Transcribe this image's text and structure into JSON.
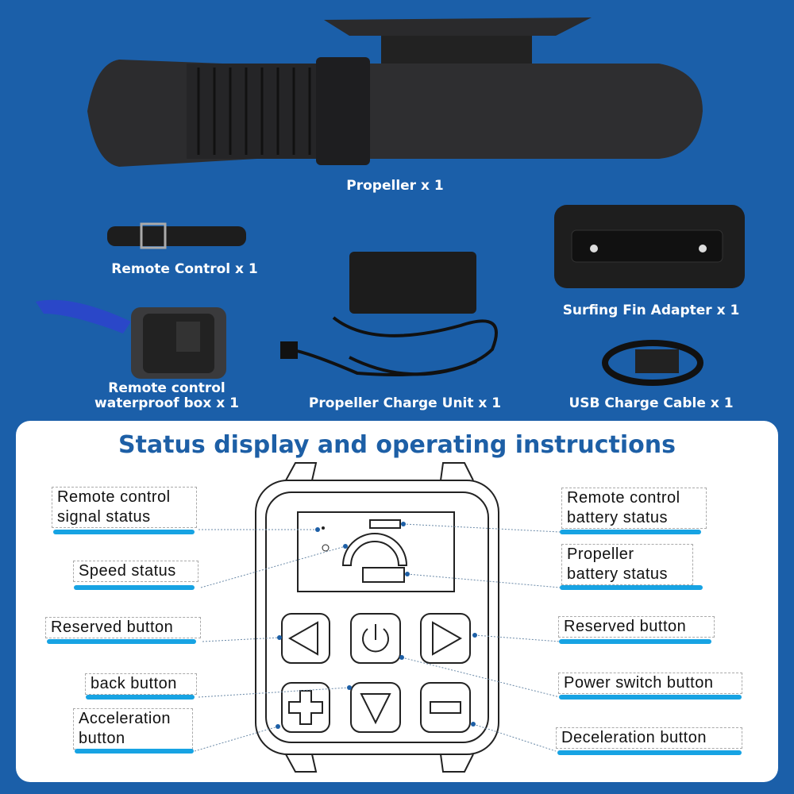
{
  "items": {
    "propeller": "Propeller x 1",
    "remote_control": "Remote Control x 1",
    "fin_adapter": "Surfing Fin Adapter x 1",
    "waterproof_box_line1": "Remote control",
    "waterproof_box_line2": "waterproof box x 1",
    "charge_unit": "Propeller Charge Unit x 1",
    "usb_cable": "USB Charge Cable x 1"
  },
  "panel": {
    "title": "Status display and operating instructions",
    "labels": {
      "signal_1": "Remote control",
      "signal_2": "signal status",
      "speed": "Speed status",
      "reserved_left": "Reserved button",
      "back": "back button",
      "accel_1": "Acceleration",
      "accel_2": "button",
      "rc_batt_1": "Remote control",
      "rc_batt_2": "battery status",
      "prop_batt_1": "Propeller",
      "prop_batt_2": "battery status",
      "reserved_right": "Reserved button",
      "power": "Power switch button",
      "decel": "Deceleration button"
    }
  },
  "colors": {
    "background": "#1b5fa9",
    "title": "#1d5fa6",
    "underline": "#17a3e3"
  }
}
